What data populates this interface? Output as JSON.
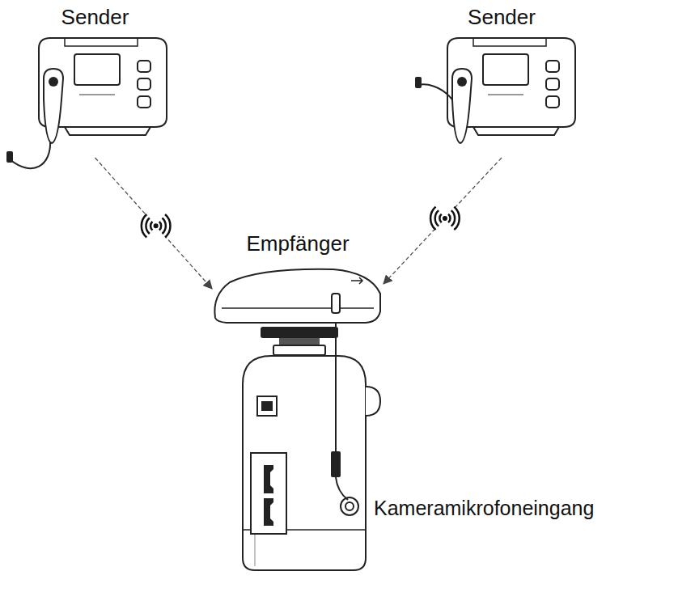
{
  "diagram": {
    "nodes": [
      {
        "text": [
          "Sender"
        ]
      },
      {
        "text": [
          "Sender"
        ]
      },
      {
        "text": [
          "Empfänger"
        ]
      }
    ],
    "edges": [
      {
        "from": 0,
        "to": 2,
        "arrow": "to"
      },
      {
        "from": 1,
        "to": 2,
        "arrow": "to"
      }
    ],
    "labels": [
      "Kameramikrofoneingang"
    ]
  }
}
